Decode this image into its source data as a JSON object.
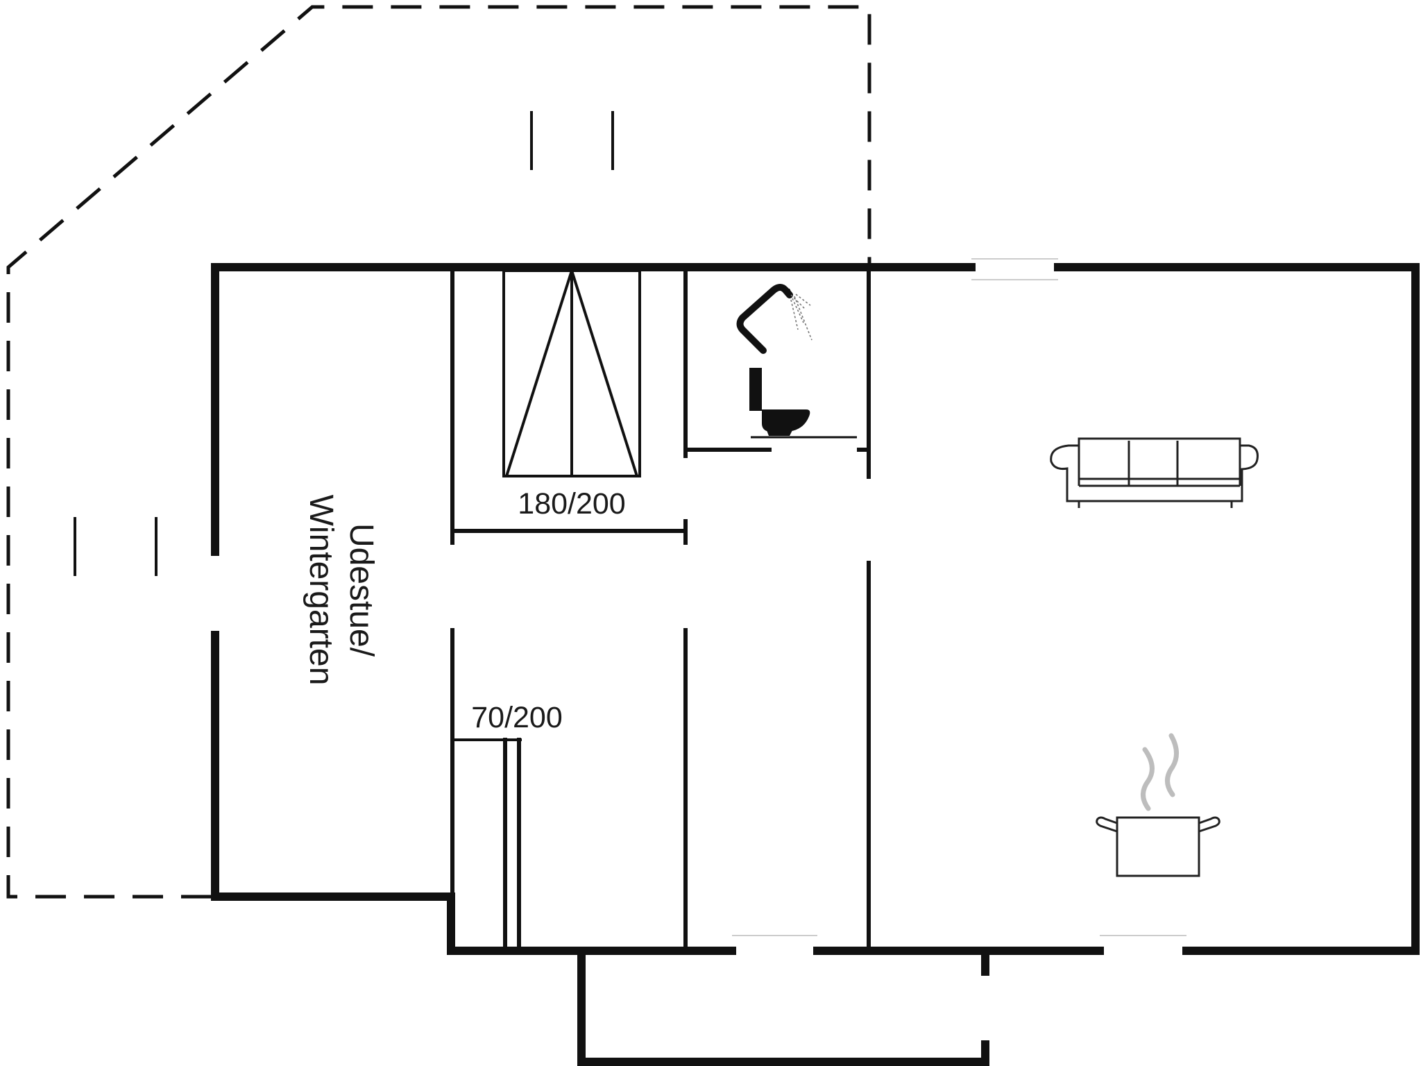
{
  "plan": {
    "rooms": [
      {
        "label_line1": "Udestue/",
        "label_line2": "Wintergarten"
      }
    ],
    "beds": [
      {
        "label": "180/200"
      },
      {
        "label": "70/200"
      }
    ],
    "icons": [
      {
        "name": "shower-icon"
      },
      {
        "name": "toilet-icon"
      },
      {
        "name": "sofa-icon"
      },
      {
        "name": "kitchen-pot-icon"
      }
    ],
    "colors": {
      "wall": "#111111",
      "background": "#ffffff",
      "steam": "#bdbdbd"
    }
  }
}
